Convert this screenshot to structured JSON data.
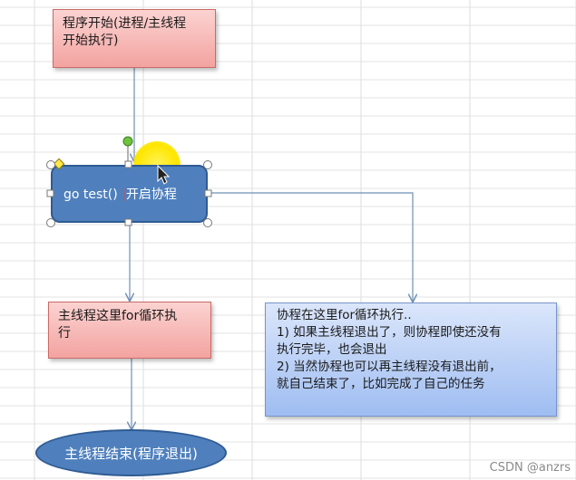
{
  "nodes": {
    "start": {
      "lines": [
        "程序开始(进程/主线程",
        "开始执行)"
      ]
    },
    "go_test": {
      "label_prefix": "go test() ",
      "label_suffix": "开启协程"
    },
    "main_loop": {
      "lines": [
        "主线程这里for循环执",
        "行"
      ]
    },
    "goroutine_loop": {
      "lines": [
        "协程在这里for循环执行..",
        "1) 如果主线程退出了，则协程即使还没有",
        "执行完毕，也会退出",
        "2) 当然协程也可以再主线程没有退出前，",
        "就自己结束了，比如完成了自己的任务"
      ]
    },
    "end": {
      "label": "主线程结束(程序退出)"
    }
  },
  "watermark": "CSDN @anzrs",
  "colors": {
    "pink_fill": "#f3a3a0",
    "blue_fill": "#4f80bd",
    "light_blue_fill": "#9fbdf2",
    "arrow": "#6f8fb5",
    "cursor_highlight": "#ffe600"
  }
}
